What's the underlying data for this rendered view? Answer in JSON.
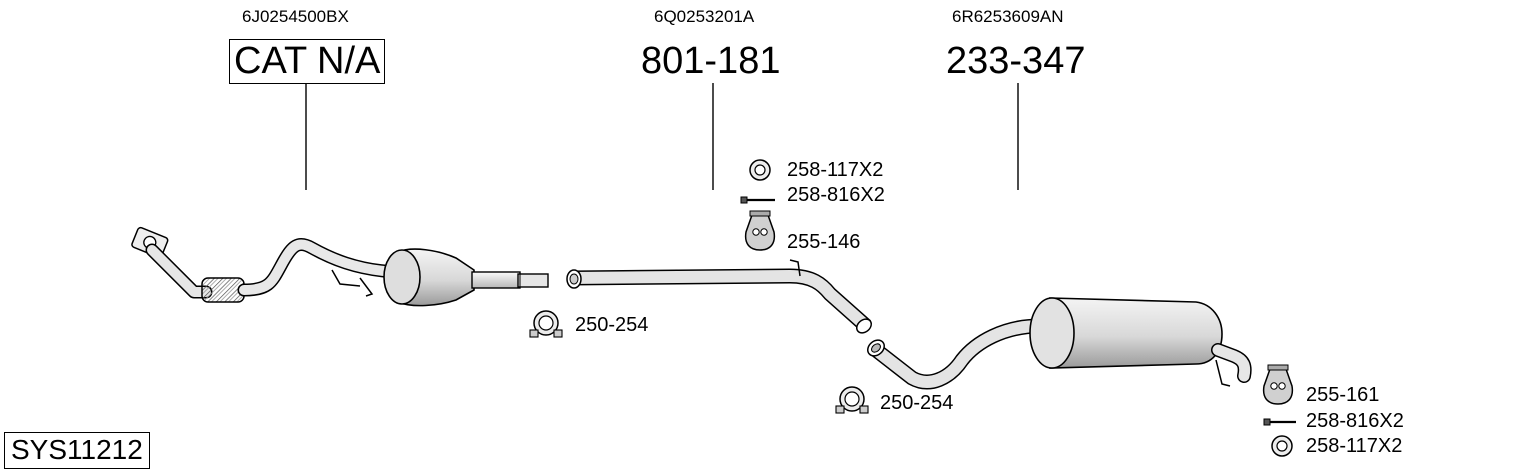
{
  "diagram": {
    "system_code": "SYS11212",
    "sections": [
      {
        "oe_number": "6J0254500BX",
        "part_number": "CAT N/A",
        "boxed": true
      },
      {
        "oe_number": "6Q0253201A",
        "part_number": "801-181",
        "boxed": false
      },
      {
        "oe_number": "6R6253609AN",
        "part_number": "233-347",
        "boxed": false
      }
    ],
    "fittings": {
      "clamp_left": "250-254",
      "clamp_center": "250-254",
      "ring_top": "258-117X2",
      "bolt_top": "258-816X2",
      "hanger_top": "255-146",
      "hanger_bottom": "255-161",
      "bolt_bottom": "258-816X2",
      "ring_bottom": "258-117X2"
    }
  }
}
